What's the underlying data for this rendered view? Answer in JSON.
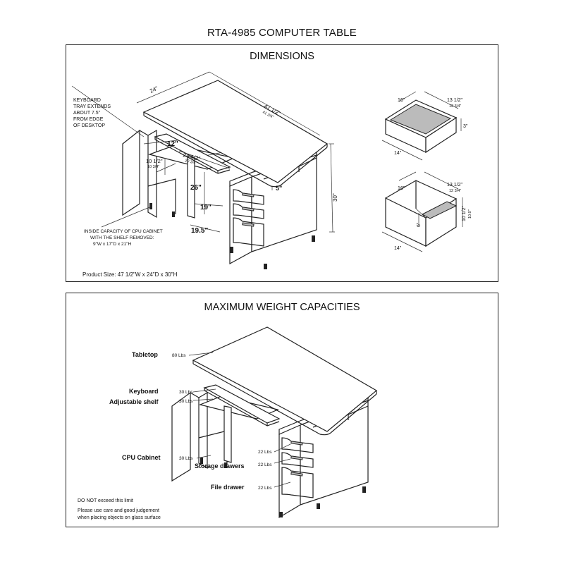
{
  "title": "RTA-4985  COMPUTER TABLE",
  "dimensions": {
    "title": "DIMENSIONS",
    "keyboard_note": [
      "KEYBOARD",
      "TRAY EXTENDS",
      "ABOUT 7.5\"",
      "FROM EDGE",
      "OF DESKTOP"
    ],
    "depth": "24\"",
    "width": "47 1/2\"",
    "width_sub": "41 3/4\"",
    "tray_extension": "12\"",
    "tray_width": "24 1/2\"",
    "tray_width_sub": "20 3/4\"",
    "shelf_gap": "10 1/2\"",
    "shelf_gap_sub": "10 3/4\"",
    "knee_height": "26\"",
    "knee_depth": "19\"",
    "knee_width": "19.5\"",
    "drawer_gap": "5\"",
    "height": "30\"",
    "cabinet_note": [
      "INSIDE CAPACITY OF CPU CABINET",
      "WITH THE SHELF REMOVED:",
      "9\"W x 17\"D x 21\"H"
    ],
    "product_size": "Product Size: 47 1/2\"W x 24\"D x 30\"H",
    "drawer_small": {
      "width": "16\"",
      "depth": "13 1/2\"",
      "depth_sub": "12 3/4\"",
      "height": "3\"",
      "front": "14\""
    },
    "drawer_file": {
      "width": "16\"",
      "depth": "13 1/2\"",
      "depth_sub": "12 3/4\"",
      "height": "10 1/2\"",
      "height_sub": "10.0\"",
      "inner": "6\"",
      "front": "14\""
    }
  },
  "weights": {
    "title": "MAXIMUM WEIGHT CAPACITIES",
    "labels": {
      "tabletop": "Tabletop",
      "keyboard": "Keyboard",
      "shelf": "Adjustable shelf",
      "cpu": "CPU Cabinet",
      "storage": "Storage drawers",
      "file": "File drawer"
    },
    "values": {
      "tabletop": "80 Lbs",
      "keyboard": "30 Lbs",
      "shelf": "30 Lbs",
      "cpu": "30 Lbs",
      "storage1": "22 Lbs",
      "storage2": "22 Lbs",
      "file": "22 Lbs"
    },
    "warning": "DO NOT exceed this limit",
    "care": [
      "Please use care and good judgement",
      "when placing objects on glass surface"
    ]
  }
}
